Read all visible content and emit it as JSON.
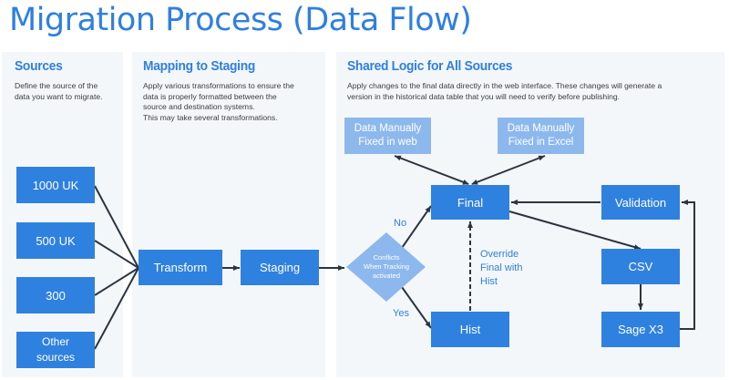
{
  "title": "Migration Process (Data Flow)",
  "panels": {
    "sources": {
      "heading": "Sources",
      "description": "Define the source of the\ndata you want to migrate."
    },
    "mapping": {
      "heading": "Mapping to Staging",
      "description": "Apply various transformations to ensure the\ndata is properly formatted between the\nsource and destination systems.\nThis may take several transformations."
    },
    "shared": {
      "heading": "Shared Logic for All Sources",
      "description": "Apply changes to the final data directly in the web interface. These changes will generate a\nversion in the historical data table that you will need to verify before publishing."
    }
  },
  "nodes": {
    "source_1000uk": "1000 UK",
    "source_500uk": "500 UK",
    "source_300": "300",
    "source_other": "Other\nsources",
    "transform": "Transform",
    "staging": "Staging",
    "decision": "Conflicts\nWhen Tracking\nactivated",
    "final": "Final",
    "hist": "Hist",
    "manual_web": "Data Manually\nFixed in web",
    "manual_excel": "Data Manually\nFixed in Excel",
    "validation": "Validation",
    "csv": "CSV",
    "sage": "Sage X3"
  },
  "edge_labels": {
    "no": "No",
    "yes": "Yes",
    "override": "Override\nFinal with\nHist"
  },
  "colors": {
    "accent": "#2f7fe0",
    "node": "#2f81e0",
    "node_light": "#8db8ee",
    "panel_bg": "#f4f7f9",
    "edge": "#2b3440"
  }
}
